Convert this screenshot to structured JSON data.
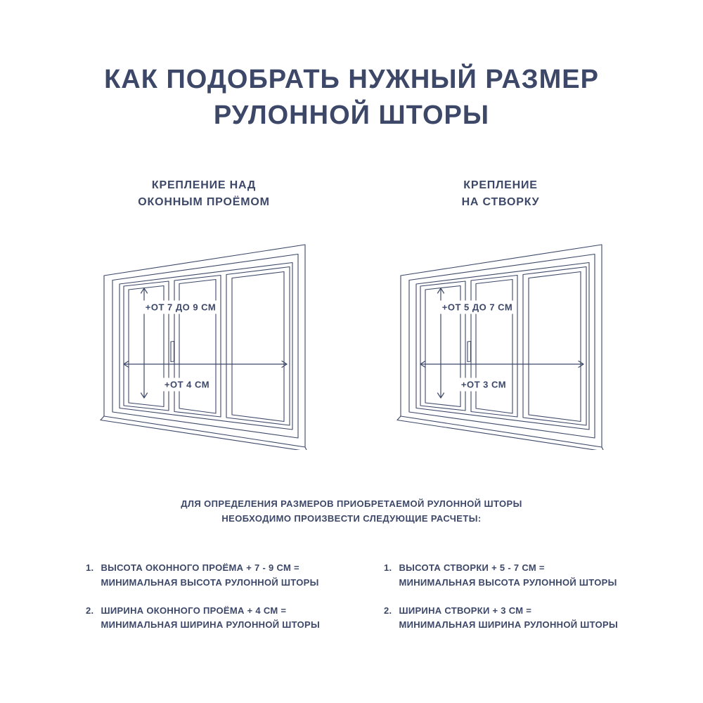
{
  "colors": {
    "ink": "#3d4869",
    "background": "#ffffff"
  },
  "page": {
    "title_line1": "КАК ПОДОБРАТЬ НУЖНЫЙ РАЗМЕР",
    "title_line2": "РУЛОННОЙ ШТОРЫ"
  },
  "sections": [
    {
      "heading_line1": "КРЕПЛЕНИЕ НАД",
      "heading_line2": "ОКОННЫМ ПРОЁМОМ",
      "height_label": "+ОТ 7 ДО 9 СМ",
      "width_label": "+ОТ 4 СМ"
    },
    {
      "heading_line1": "КРЕПЛЕНИЕ",
      "heading_line2": "НА СТВОРКУ",
      "height_label": "+ОТ 5 ДО 7 СМ",
      "width_label": "+ОТ 3 СМ"
    }
  ],
  "instructions": {
    "line1": "ДЛЯ ОПРЕДЕЛЕНИЯ РАЗМЕРОВ ПРИОБРЕТАЕМОЙ РУЛОННОЙ ШТОРЫ",
    "line2": "НЕОБХОДИМО ПРОИЗВЕСТИ СЛЕДУЮЩИЕ РАСЧЕТЫ:"
  },
  "calculations": {
    "left": [
      {
        "num": "1.",
        "line1": "ВЫСОТА ОКОННОГО ПРОЁМА + 7 - 9 СМ =",
        "line2": "МИНИМАЛЬНАЯ ВЫСОТА РУЛОННОЙ ШТОРЫ"
      },
      {
        "num": "2.",
        "line1": "ШИРИНА ОКОННОГО ПРОЁМА + 4 СМ =",
        "line2": "МИНИМАЛЬНАЯ ШИРИНА РУЛОННОЙ ШТОРЫ"
      }
    ],
    "right": [
      {
        "num": "1.",
        "line1": "ВЫСОТА СТВОРКИ + 5 - 7 СМ =",
        "line2": "МИНИМАЛЬНАЯ ВЫСОТА РУЛОННОЙ ШТОРЫ"
      },
      {
        "num": "2.",
        "line1": "ШИРИНА СТВОРКИ + 3 СМ =",
        "line2": "МИНИМАЛЬНАЯ ШИРИНА РУЛОННОЙ ШТОРЫ"
      }
    ]
  }
}
